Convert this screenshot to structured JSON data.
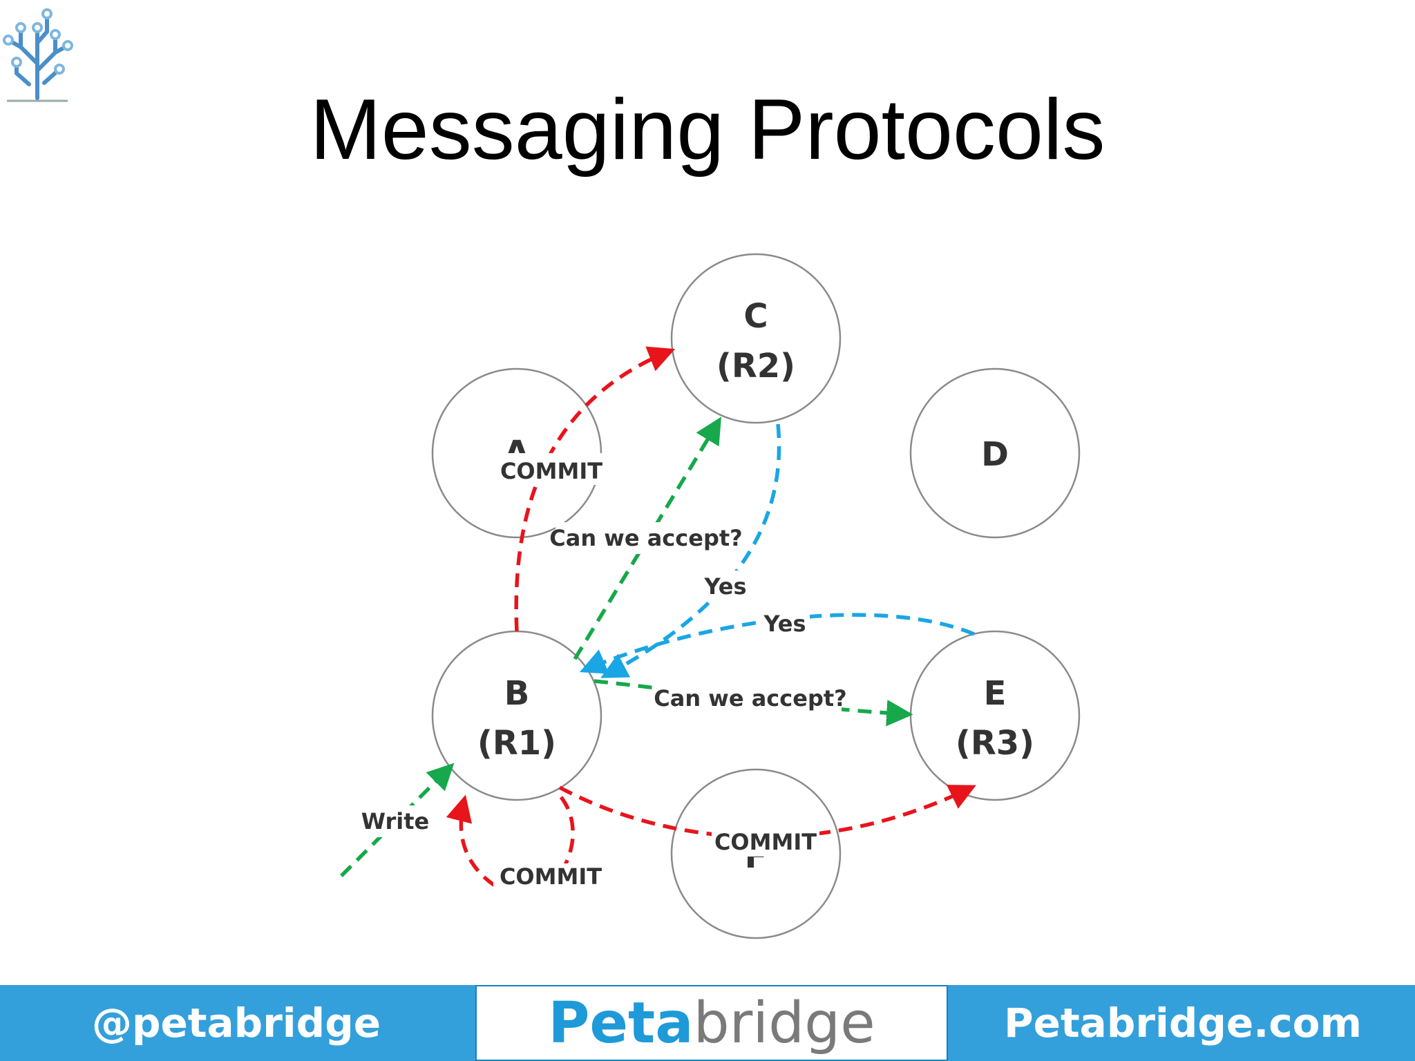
{
  "slide": {
    "title": "Messaging Protocols"
  },
  "nodes": {
    "a": {
      "name": "A",
      "role": ""
    },
    "b": {
      "name": "B",
      "role": "(R1)"
    },
    "c": {
      "name": "C",
      "role": "(R2)"
    },
    "d": {
      "name": "D",
      "role": ""
    },
    "e": {
      "name": "E",
      "role": "(R3)"
    },
    "f": {
      "name": "F",
      "role": ""
    }
  },
  "edge_labels": {
    "commit_c": "COMMIT",
    "ask_c": "Can we accept?",
    "yes_c": "Yes",
    "yes_e": "Yes",
    "ask_e": "Can we accept?",
    "commit_e": "COMMIT",
    "commit_self": "COMMIT",
    "write": "Write"
  },
  "colors": {
    "commit": "#e8141b",
    "ask": "#16a84a",
    "reply": "#1aa6e4",
    "node_border": "#8a8a8a",
    "footer": "#33a0dc"
  },
  "footer": {
    "left": "@petabridge",
    "brand_bold": "Peta",
    "brand_light": "bridge",
    "right": "Petabridge.com"
  },
  "icons": {
    "logo": "circuit-tree-logo-icon"
  }
}
